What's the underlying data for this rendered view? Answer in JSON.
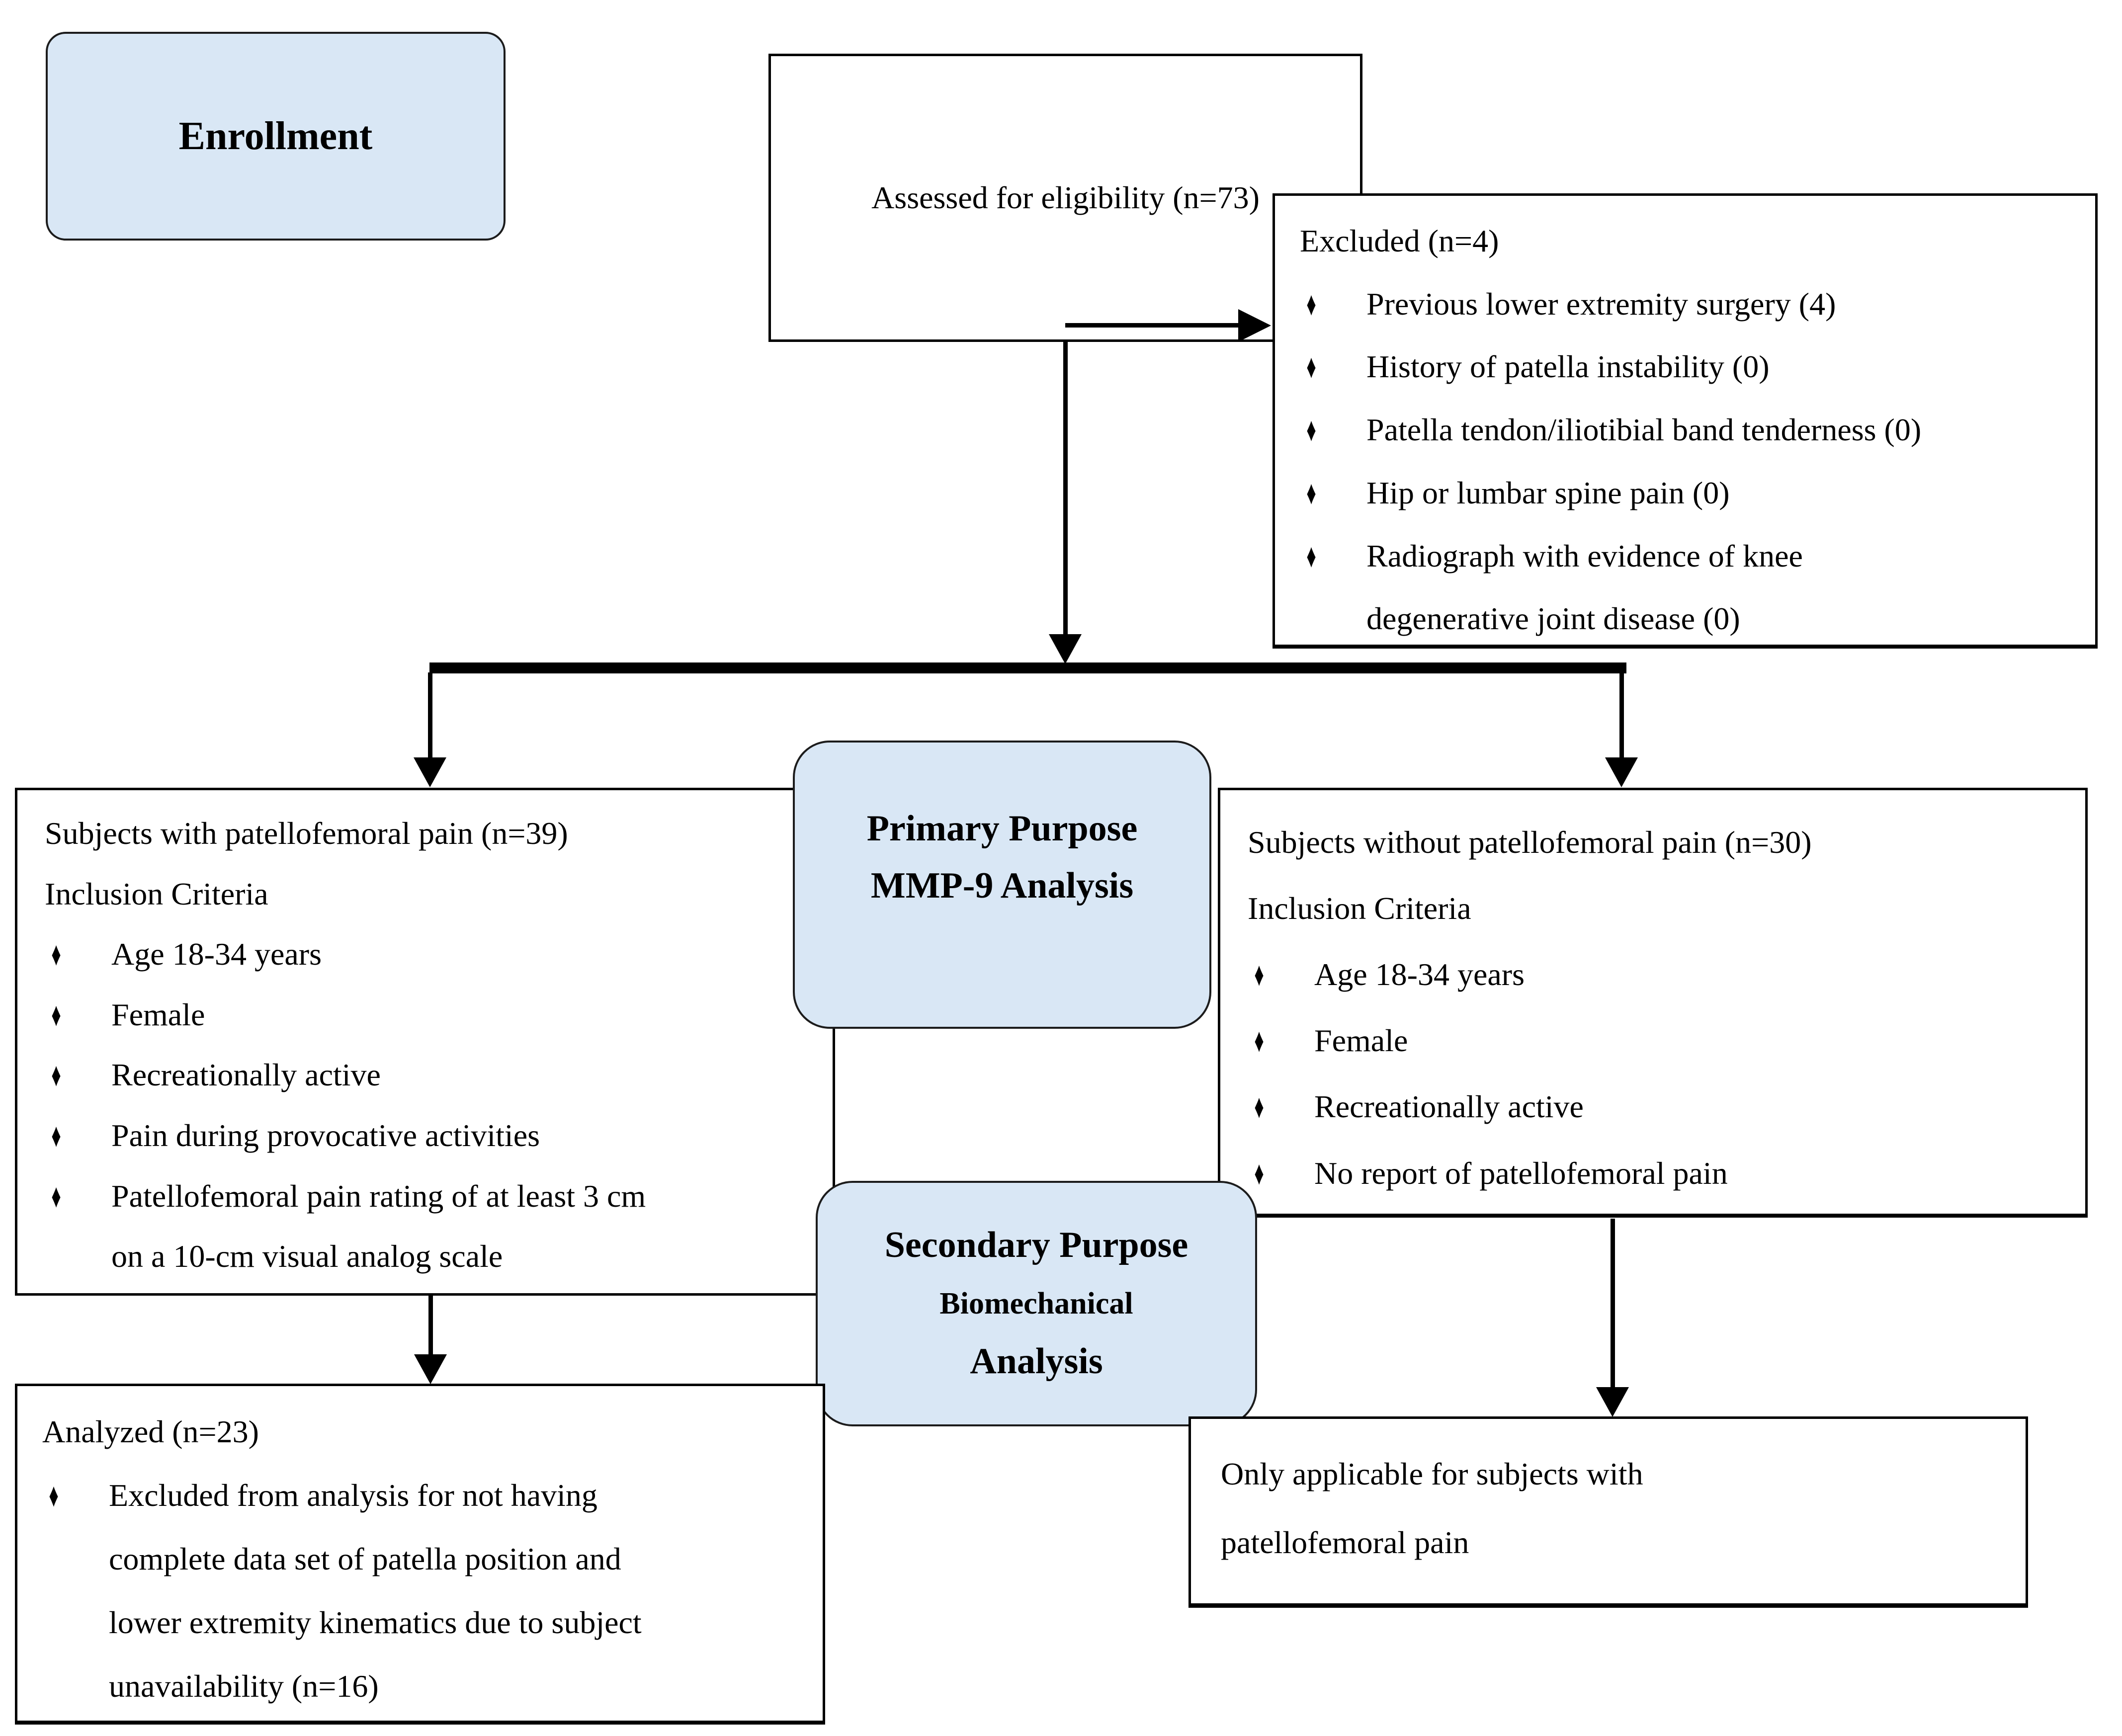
{
  "style": {
    "node_fill": "#d9e7f5",
    "border_color": "#000000",
    "arrow_color": "#000000",
    "text_color": "#000000"
  },
  "bullet_char": "♦",
  "nodes": {
    "enrollment": {
      "label": "Enrollment"
    },
    "assessed": {
      "label": "Assessed for eligibility (n=73)"
    },
    "excluded": {
      "title": "Excluded (n=4)",
      "bullets": [
        {
          "lines": [
            "Previous lower extremity surgery (4)"
          ]
        },
        {
          "lines": [
            "History of patella instability (0)"
          ]
        },
        {
          "lines": [
            "Patella tendon/iliotibial band tenderness (0)"
          ]
        },
        {
          "lines": [
            "Hip or lumbar spine pain (0)"
          ]
        },
        {
          "lines": [
            "Radiograph with evidence of knee",
            "degenerative joint disease (0)"
          ]
        }
      ]
    },
    "primary_purpose": {
      "line1": "Primary Purpose",
      "line2": "MMP-9 Analysis"
    },
    "pfp_group": {
      "title": "Subjects with patellofemoral pain (n=39)",
      "subtitle": "Inclusion Criteria",
      "bullets": [
        {
          "lines": [
            "Age 18-34 years"
          ]
        },
        {
          "lines": [
            "Female"
          ]
        },
        {
          "lines": [
            "Recreationally active"
          ]
        },
        {
          "lines": [
            "Pain during provocative activities"
          ]
        },
        {
          "lines": [
            "Patellofemoral pain rating of at least 3 cm",
            "on a 10-cm visual analog scale"
          ]
        }
      ]
    },
    "control_group": {
      "title": "Subjects without patellofemoral pain (n=30)",
      "subtitle": "Inclusion Criteria",
      "bullets": [
        {
          "lines": [
            "Age 18-34 years"
          ]
        },
        {
          "lines": [
            "Female"
          ]
        },
        {
          "lines": [
            "Recreationally active"
          ]
        },
        {
          "lines": [
            "No report of patellofemoral pain"
          ]
        }
      ]
    },
    "secondary_purpose": {
      "line1": "Secondary Purpose",
      "line2": "Biomechanical",
      "line3": "Analysis"
    },
    "analyzed": {
      "title": "Analyzed (n=23)",
      "bullets": [
        {
          "lines": [
            "Excluded from analysis for not having",
            "complete data set of patella position and",
            "lower extremity kinematics due to subject",
            "unavailability (n=16)"
          ]
        }
      ]
    },
    "biomech_note": {
      "lines": [
        "Only applicable for subjects with",
        "patellofemoral pain"
      ]
    }
  }
}
